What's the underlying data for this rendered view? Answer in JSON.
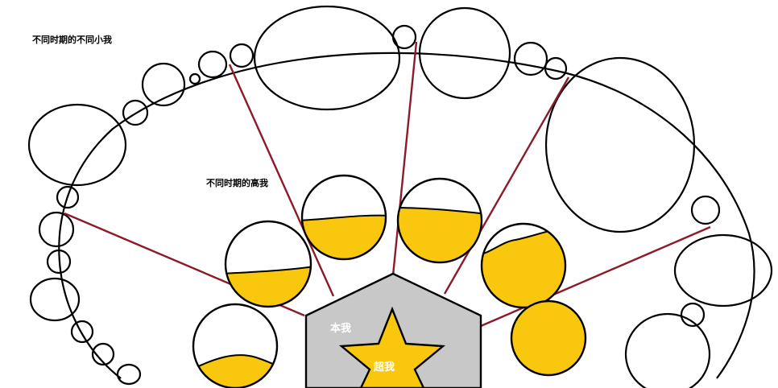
{
  "labels": {
    "lesser_selves": "不同时期的不同小我",
    "higher_selves": "不同时期的高我",
    "true_self": "本我",
    "super_self": "超我"
  },
  "colors": {
    "outline": "#000000",
    "spoke": "#8b1a2b",
    "gold": "#f9c80e",
    "house": "#c8c8c8",
    "text_on_gray": "#ffffff",
    "text_on_star": "#ffffff"
  }
}
